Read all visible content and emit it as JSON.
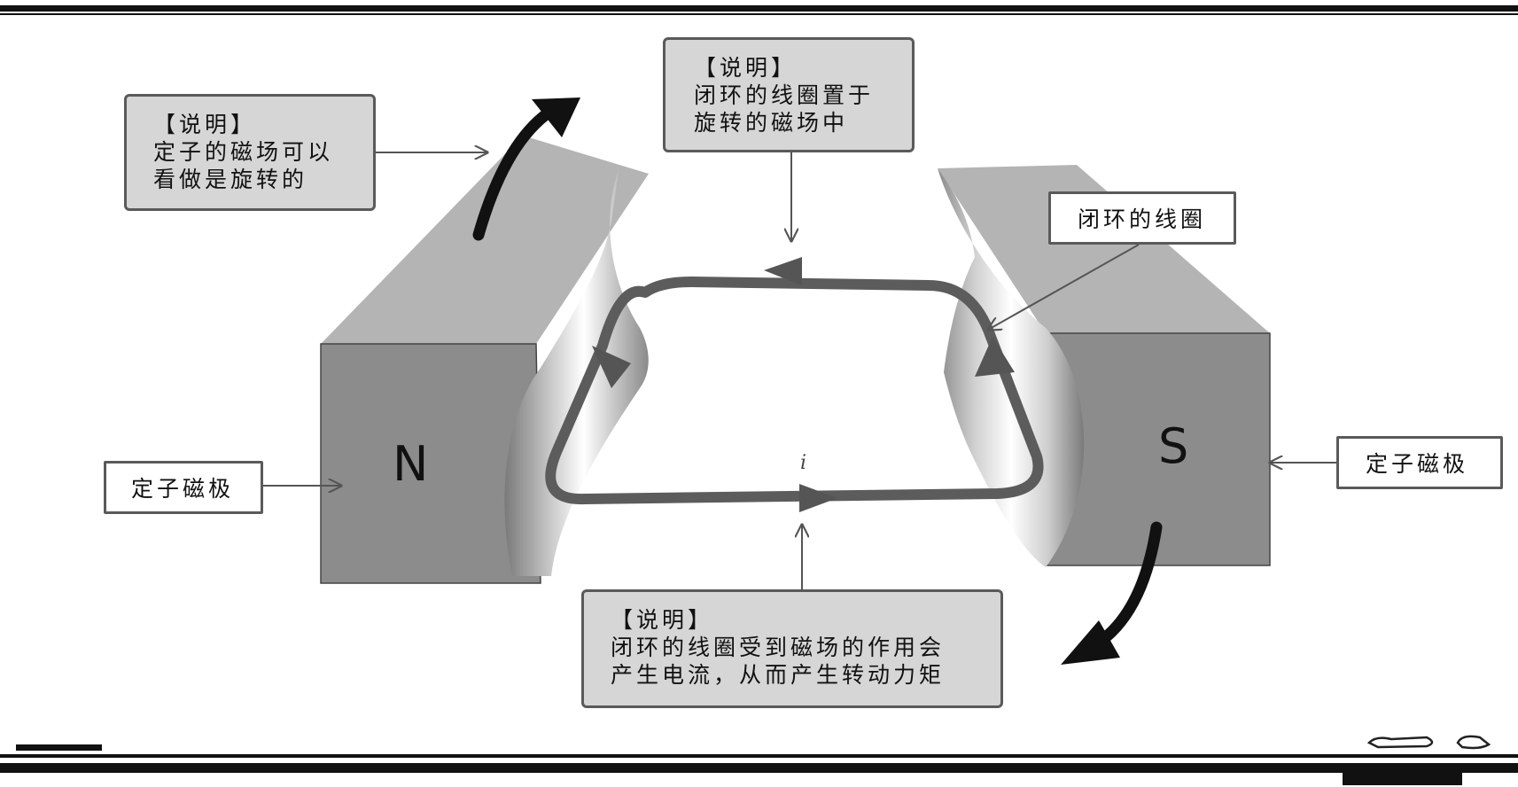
{
  "callouts": {
    "stator_rotating": {
      "heading": "【说明】",
      "lines": [
        "定子的磁场可以",
        "看做是旋转的"
      ]
    },
    "loop_in_field": {
      "heading": "【说明】",
      "lines": [
        "闭环的线圈置于",
        "旋转的磁场中"
      ]
    },
    "torque": {
      "heading": "【说明】",
      "lines": [
        "闭环的线圈受到磁场的作用会",
        "产生电流，从而产生转动力矩"
      ]
    },
    "closed_loop_label": "闭环的线圈",
    "stator_pole_left": "定子磁极",
    "stator_pole_right": "定子磁极"
  },
  "poles": {
    "north": "N",
    "south": "S"
  },
  "current_label": "i",
  "colors": {
    "magnet_front": "#8c8c8c",
    "magnet_top": "#b4b4b4",
    "loop": "#5c5c5c",
    "callout_fill": "#d6d6d6",
    "rotation_arrow": "#111111"
  }
}
